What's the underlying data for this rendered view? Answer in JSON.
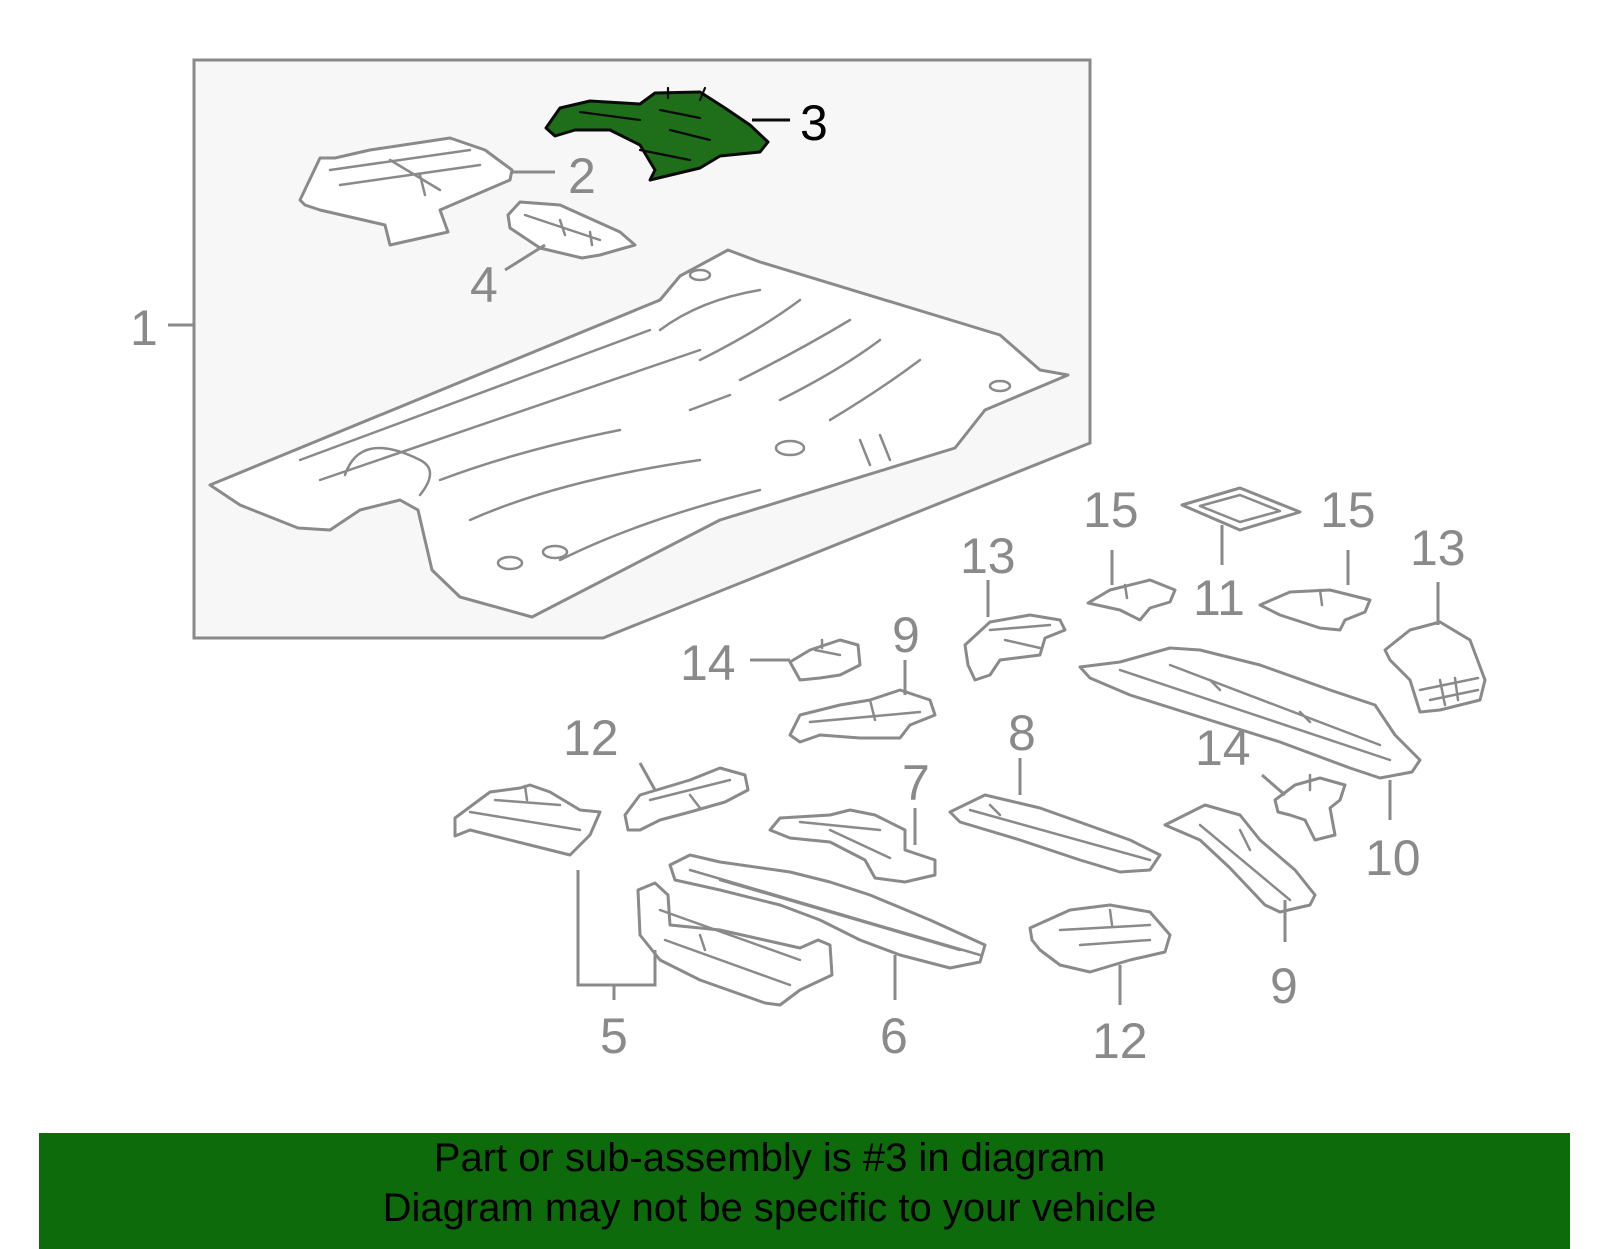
{
  "callouts": {
    "c1": "1",
    "c2": "2",
    "c3": "3",
    "c4": "4",
    "c5": "5",
    "c6": "6",
    "c7": "7",
    "c8": "8",
    "c9a": "9",
    "c9b": "9",
    "c10": "10",
    "c11": "11",
    "c12a": "12",
    "c12b": "12",
    "c13a": "13",
    "c13b": "13",
    "c14a": "14",
    "c14b": "14",
    "c15a": "15",
    "c15b": "15"
  },
  "highlighted_part": "3",
  "banner": {
    "line1": "Part or sub-assembly is #3 in diagram",
    "line2": "Diagram may not be specific to your vehicle"
  },
  "colors": {
    "highlight": "#1f6e1a",
    "banner_bg": "#0e6b0c",
    "line_gray": "#8a8a8a",
    "panel_bg": "#f7f7f7"
  }
}
